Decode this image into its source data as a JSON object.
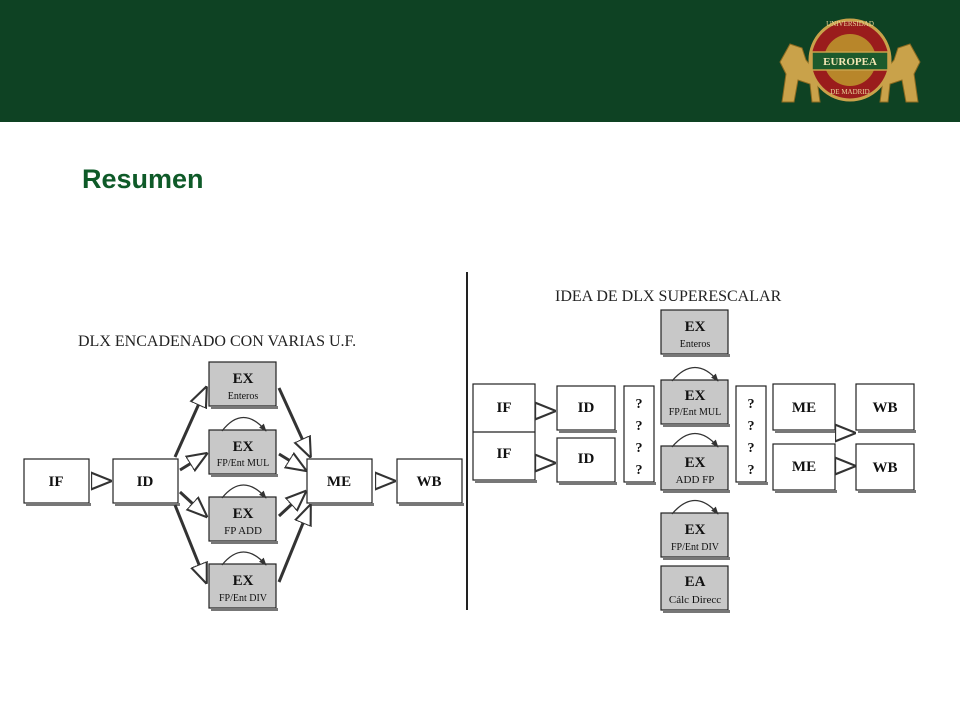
{
  "slide": {
    "title": "Resumen",
    "colors": {
      "header": "#0e4223",
      "title": "#0e5a28",
      "box_gray": "#c8c8c8",
      "box_white": "#ffffff"
    },
    "logo": {
      "text_top": "UNIVERSIDAD",
      "text_band": "EUROPEA",
      "text_bottom": "DE MADRID"
    }
  },
  "left": {
    "heading": "DLX ENCADENADO CON VARIAS U.F.",
    "if": "IF",
    "id": "ID",
    "me": "ME",
    "wb": "WB",
    "ex_units": [
      {
        "label": "EX",
        "sub": "Enteros"
      },
      {
        "label": "EX",
        "sub": "FP/Ent MUL"
      },
      {
        "label": "EX",
        "sub": "FP ADD"
      },
      {
        "label": "EX",
        "sub": "FP/Ent DIV"
      }
    ]
  },
  "right": {
    "heading": "IDEA DE DLX SUPERESCALAR",
    "if1": "IF",
    "if2": "IF",
    "id1": "ID",
    "id2": "ID",
    "q": "?",
    "me1": "ME",
    "me2": "ME",
    "wb1": "WB",
    "wb2": "WB",
    "ex_units": [
      {
        "label": "EX",
        "sub": "Enteros"
      },
      {
        "label": "EX",
        "sub": "FP/Ent MUL"
      },
      {
        "label": "EX",
        "sub": "ADD FP"
      },
      {
        "label": "EX",
        "sub": "FP/Ent DIV"
      },
      {
        "label": "EA",
        "sub": "Cálc Direcc"
      }
    ]
  }
}
